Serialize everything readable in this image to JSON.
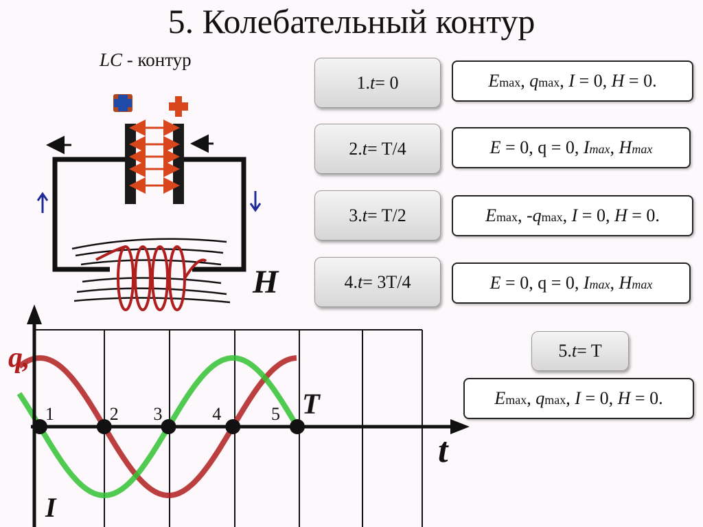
{
  "title": "5. Колебательный контур",
  "subtitle": {
    "lc": "LC",
    "rest": " - контур"
  },
  "stages": [
    {
      "label": "1. t = 0",
      "num": "1. ",
      "t": "t",
      "rest": " = 0"
    },
    {
      "label": "2. t = T/4",
      "num": "2. ",
      "t": "t",
      "rest": " = T/4"
    },
    {
      "label": "3. t = T/2",
      "num": "3. ",
      "t": "t",
      "rest": " = T/2"
    },
    {
      "label": "4. t = 3T/4",
      "num": "4. ",
      "t": "t",
      "rest": " = 3T/4"
    },
    {
      "label": "5. t = T",
      "num": "5. ",
      "t": "t",
      "rest": " = T"
    }
  ],
  "states": [
    "Emax, qmax, I = 0, H = 0.",
    "E = 0, q = 0, Imax, Hmax",
    "Emax, -qmax, I = 0, H = 0.",
    "E = 0, q = 0, Imax, Hmax",
    "Emax, qmax, I = 0, H = 0."
  ],
  "circuit": {
    "field_label": "H"
  },
  "graph": {
    "y_label": "q,",
    "x_label": "t",
    "current_label": "I",
    "period_label": "T",
    "point_labels": [
      "1",
      "2",
      "3",
      "4",
      "5"
    ]
  },
  "chart_data": {
    "type": "line",
    "title": "",
    "xlabel": "t",
    "ylabel": "q, I",
    "x_points": [
      "1",
      "2",
      "3",
      "4",
      "5"
    ],
    "series": [
      {
        "name": "q",
        "color": "#b01e1e",
        "function": "cos",
        "values_at_points": [
          1,
          0,
          -1,
          0,
          1
        ]
      },
      {
        "name": "I",
        "color": "#33c233",
        "function": "-sin",
        "values_at_points": [
          0,
          -1,
          0,
          1,
          0
        ]
      }
    ],
    "colors": {
      "charge": "#b01e1e",
      "current": "#33c233",
      "capacitor_arrows": "#d8461c"
    }
  }
}
